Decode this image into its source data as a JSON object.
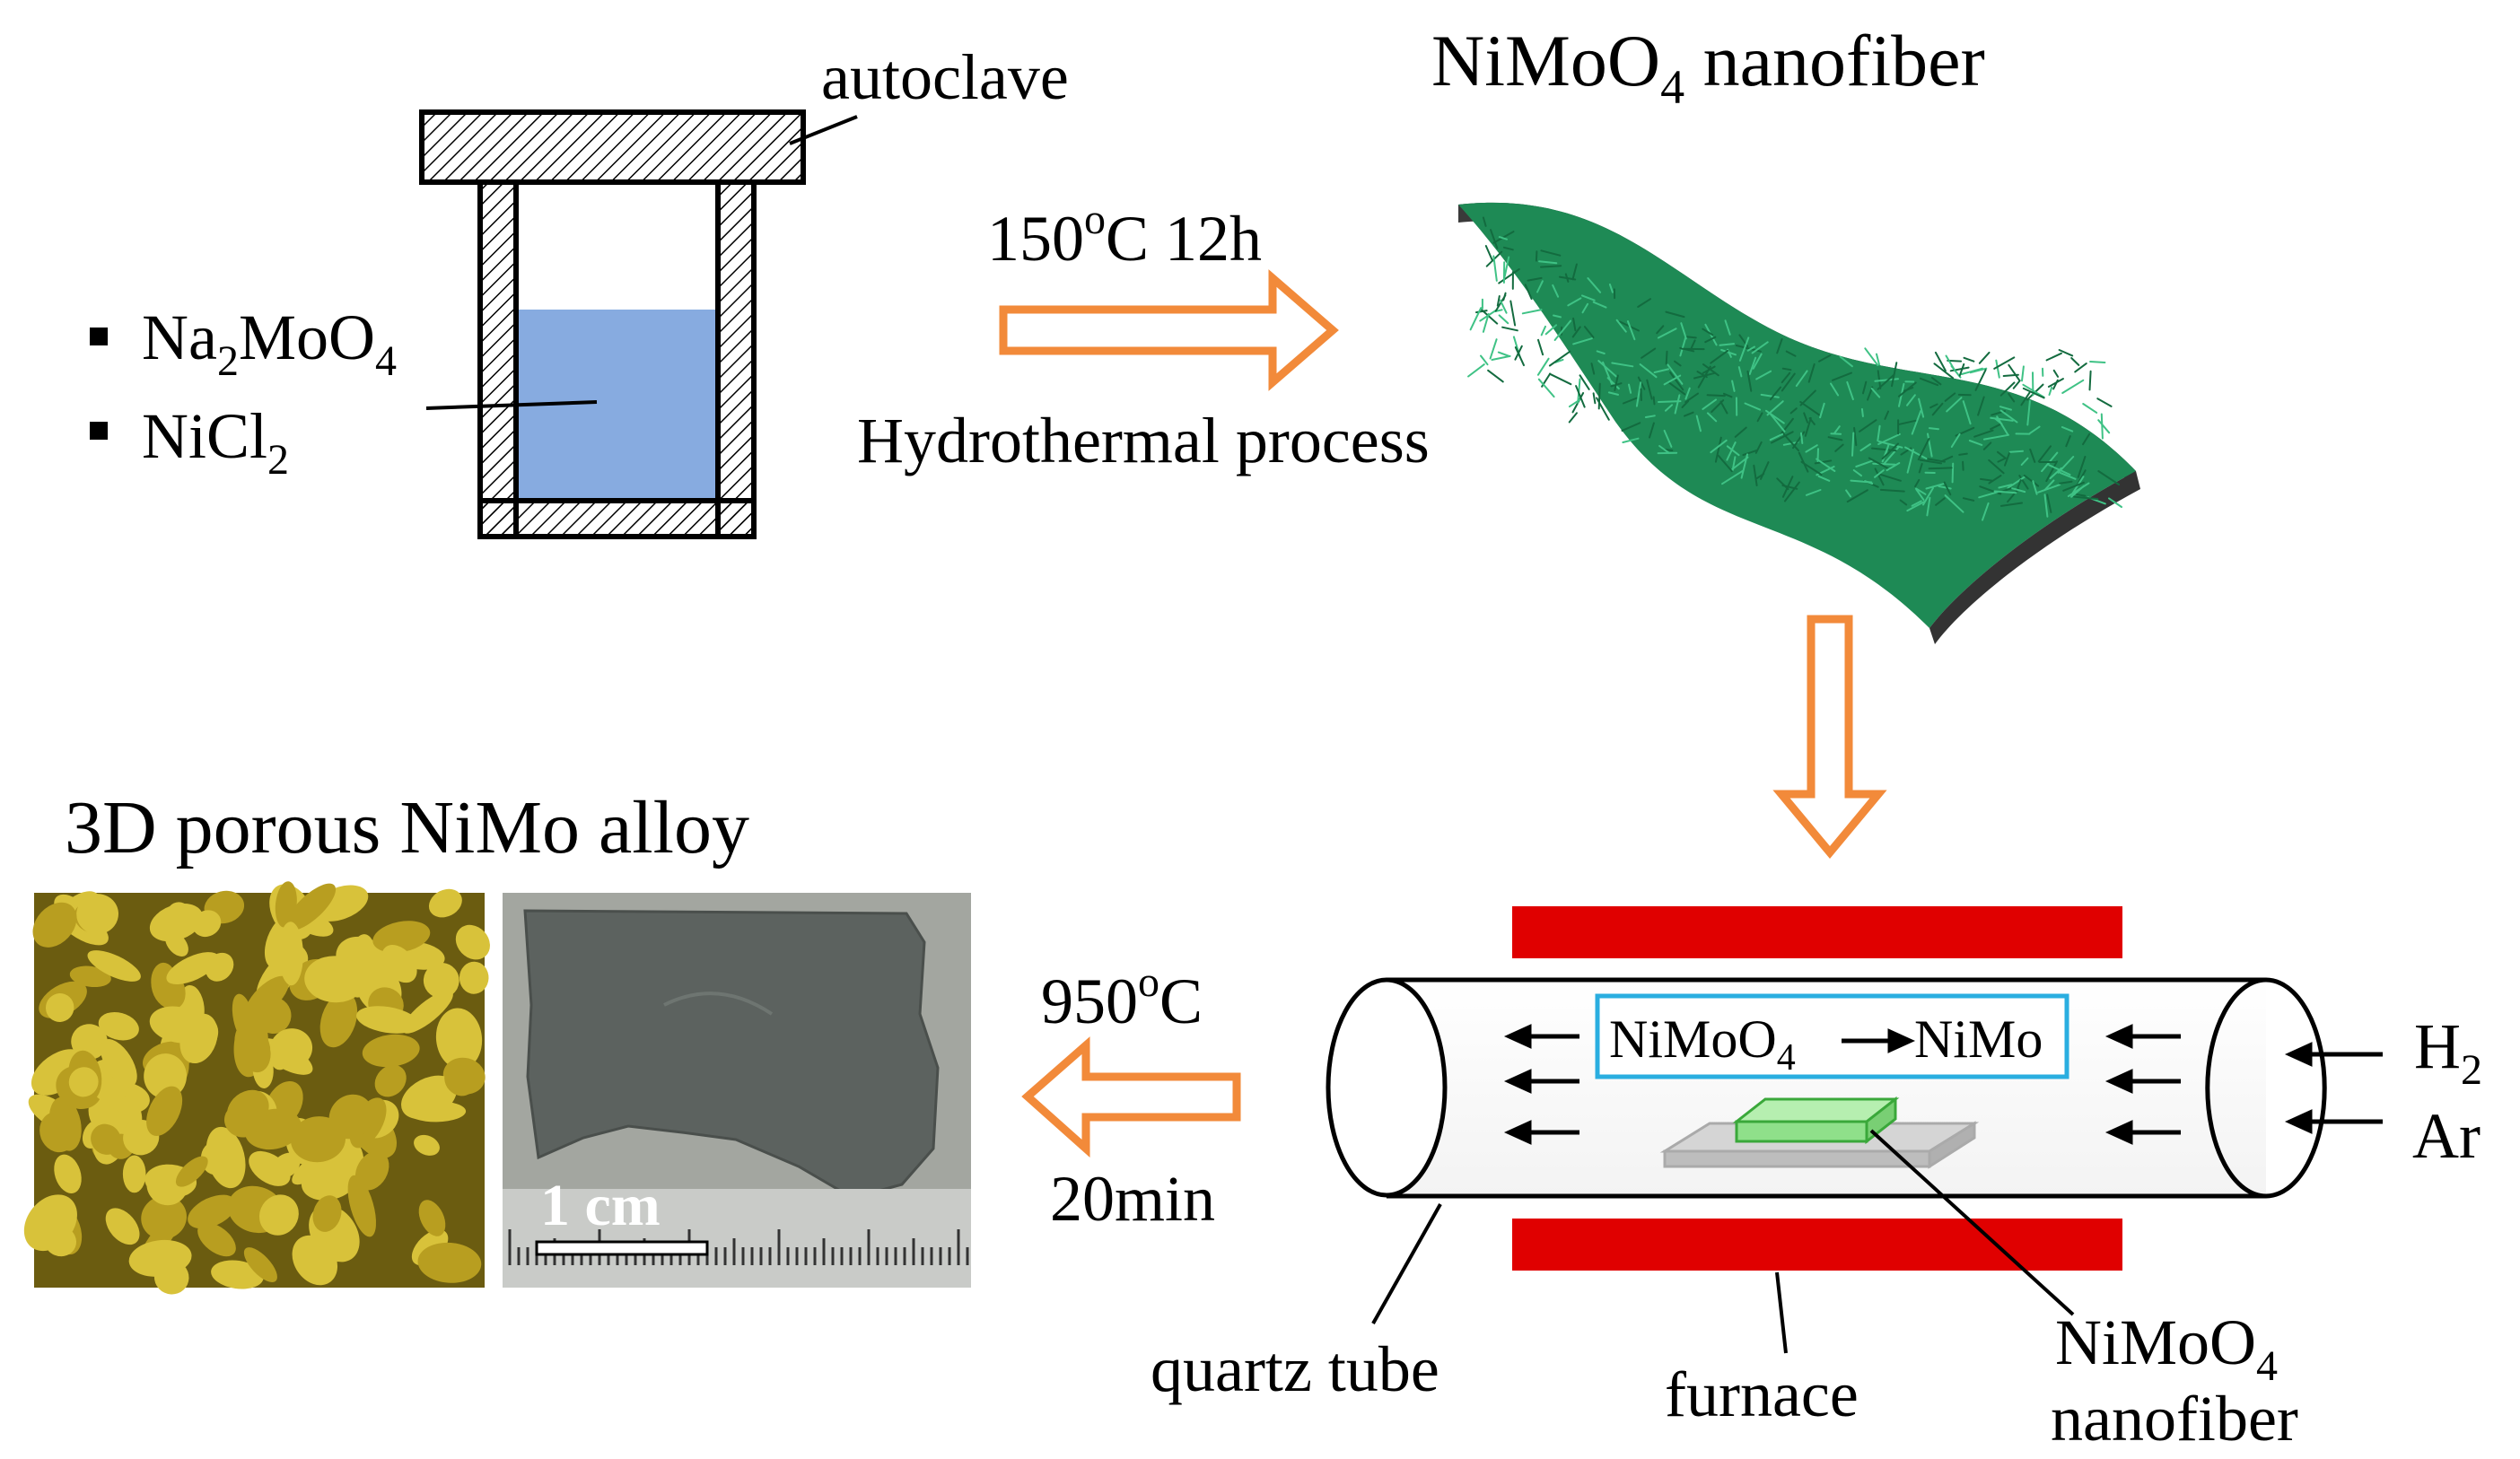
{
  "colors": {
    "arrow": "#f28a3a",
    "liquid": "#87abe0",
    "furnace": "#e00000",
    "nanofiber": "#1e8a55",
    "boat": "#cccccc",
    "sample": "#8fe08a",
    "box_border": "#2aaee0",
    "sem": "#c9b12a",
    "photo": "#9aa09c"
  },
  "reagents": {
    "na2moo4": {
      "base": "Na",
      "sub1": "2",
      "mid": "MoO",
      "sub2": "4"
    },
    "nicl2": {
      "base": "NiCl",
      "sub": "2"
    }
  },
  "autoclave_label": "autoclave",
  "step1": {
    "condition": "150",
    "sup": "o",
    "condition_rest": "C 12h",
    "process": "Hydrothermal process"
  },
  "nanofiber_title": {
    "base": "NiMoO",
    "sub": "4",
    "rest": " nanofiber"
  },
  "tube": {
    "reaction": {
      "reactant": "NiMoO",
      "reactant_sub": "4",
      "product": "NiMo"
    },
    "gas_h2": {
      "base": "H",
      "sub": "2"
    },
    "gas_ar": "Ar",
    "quartz_label": "quartz tube",
    "furnace_label": "furnace",
    "sample_label_line1": {
      "base": "NiMoO",
      "sub": "4"
    },
    "sample_label_line2": "nanofiber"
  },
  "step2": {
    "temp": "950",
    "sup": "o",
    "temp_rest": "C",
    "time": "20min"
  },
  "product_title": "3D porous NiMo alloy",
  "scale_bar": "1 cm"
}
